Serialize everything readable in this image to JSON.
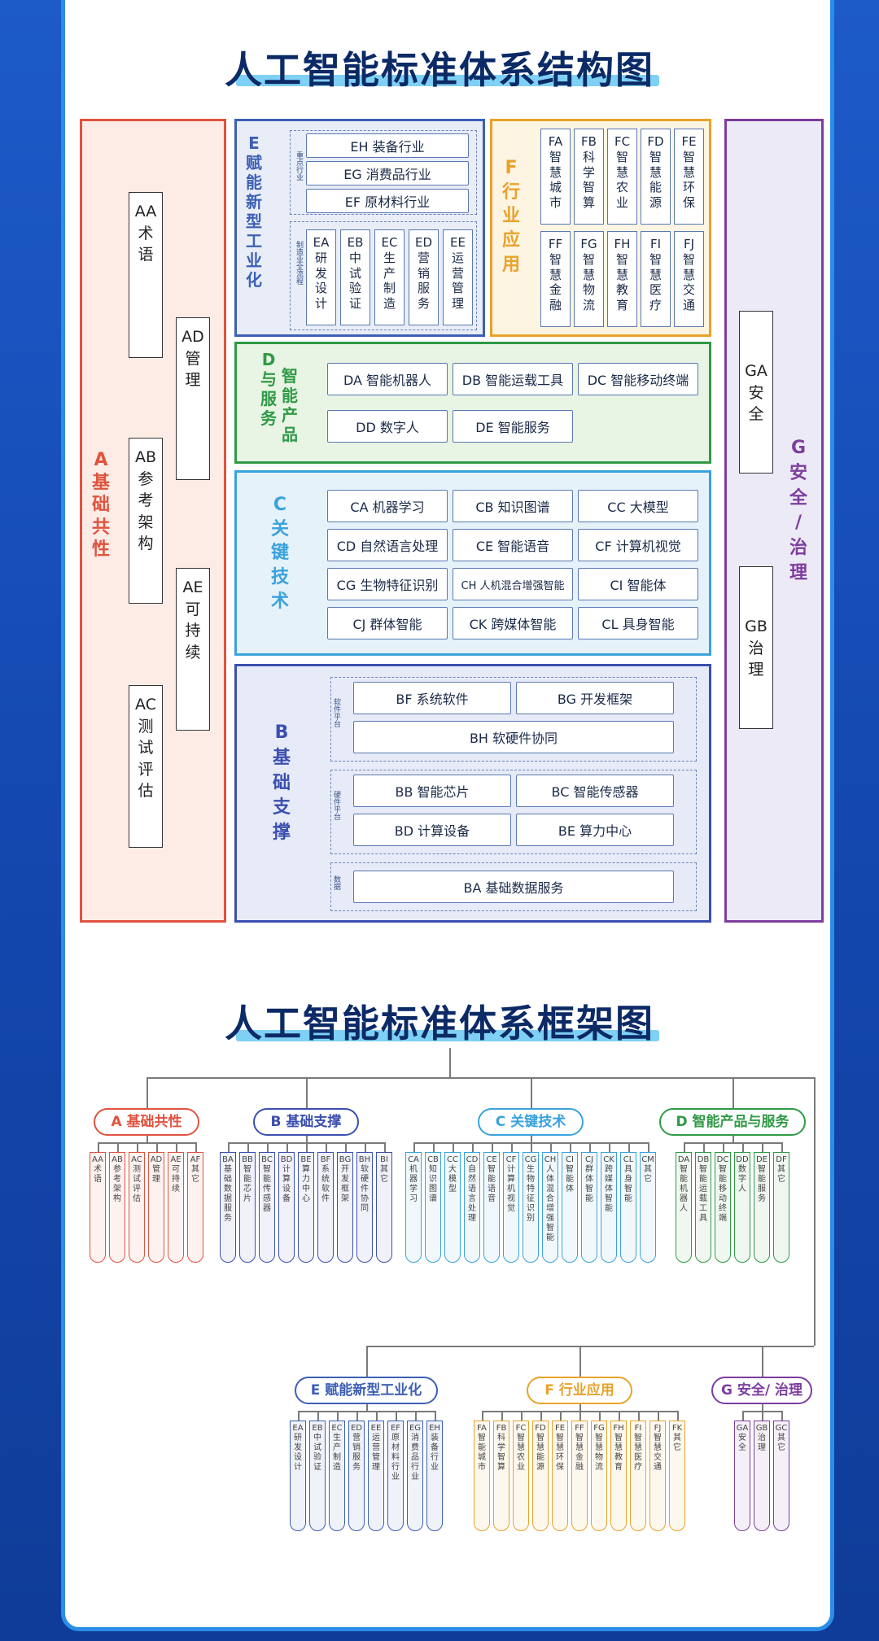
{
  "titles": {
    "structure": "人工智能标准体系结构图",
    "framework": "人工智能标准体系框架图"
  },
  "structure": {
    "A": {
      "label": "A\n基\n础\n共\n性",
      "items": {
        "AA": "AA\n术\n语",
        "AB": "AB\n参\n考\n架\n构",
        "AC": "AC\n测\n试\n评\n估",
        "AD": "AD\n管\n理",
        "AE": "AE\n可\n持\n续"
      }
    },
    "E": {
      "label": "E\n赋\n能\n新\n型\n工\n业\n化",
      "tag1": "重点行业",
      "tag2": "制造业全流程",
      "rows": [
        "EH  装备行业",
        "EG  消费品行业",
        "EF  原材料行业"
      ],
      "cols": [
        "EA\n研\n发\n设\n计",
        "EB\n中\n试\n验\n证",
        "EC\n生\n产\n制\n造",
        "ED\n营\n销\n服\n务",
        "EE\n运\n营\n管\n理"
      ]
    },
    "F": {
      "label": "F\n行\n业\n应\n用",
      "row1": [
        "FA\n智\n慧\n城\n市",
        "FB\n科\n学\n智\n算",
        "FC\n智\n慧\n农\n业",
        "FD\n智\n慧\n能\n源",
        "FE\n智\n慧\n环\n保"
      ],
      "row2": [
        "FF\n智\n慧\n金\n融",
        "FG\n智\n慧\n物\n流",
        "FH\n智\n慧\n教\n育",
        "FI\n智\n慧\n医\n疗",
        "FJ\n智\n慧\n交\n通"
      ]
    },
    "G": {
      "label": "G\n安\n全\n/\n治\n理",
      "items": {
        "GA": "GA\n安\n全",
        "GB": "GB\n治\n理"
      }
    },
    "D": {
      "label1": "D\n与\n服\n务",
      "label2": "智\n能\n产\n品",
      "items": [
        "DA 智能机器人",
        "DB 智能运载工具",
        "DC 智能移动终端",
        "DD 数字人",
        "DE 智能服务"
      ]
    },
    "C": {
      "label": "C\n关\n键\n技\n术",
      "items": [
        "CA 机器学习",
        "CB 知识图谱",
        "CC 大模型",
        "CD 自然语言处理",
        "CE 智能语音",
        "CF 计算机视觉",
        "CG 生物特征识别",
        "CH 人机混合增强智能",
        "CI 智能体",
        "CJ 群体智能",
        "CK 跨媒体智能",
        "CL 具身智能"
      ]
    },
    "B": {
      "label": "B\n基\n础\n支\n撑",
      "tag1": "软件平台",
      "tag2": "硬件平台",
      "tag3": "数据",
      "items": [
        "BF 系统软件",
        "BG 开发框架",
        "BH 软硬件协同",
        "BB 智能芯片",
        "BC 智能传感器",
        "BD 计算设备",
        "BE 算力中心",
        "BA 基础数据服务"
      ]
    }
  },
  "framework": {
    "pills": [
      "A 基础共性",
      "B 基础支撑",
      "C 关键技术",
      "D 智能产品与服务",
      "E 赋能新型工业化",
      "F 行业应用",
      "G 安全/ 治理"
    ],
    "A": [
      "AA 术语",
      "AB 参考架构",
      "AC 测试评估",
      "AD 管理",
      "AE 可持续",
      "AF 其它"
    ],
    "B": [
      "BA 基础数据服务",
      "BB 智能芯片",
      "BC 智能传感器",
      "BD 计算设备",
      "BE 算力中心",
      "BF 系统软件",
      "BG 开发框架",
      "BH 软硬件协同",
      "BI 其它"
    ],
    "C": [
      "CA 机器学习",
      "CB 知识图谱",
      "CC 大模型",
      "CD 自然语言处理",
      "CE 智能语音",
      "CF 计算机视觉",
      "CG 生物特征识别",
      "CH 人体混合增强智能",
      "CI 智能体",
      "CJ 群体智能",
      "CK 跨媒体智能",
      "CL 具身智能",
      "CM 其它"
    ],
    "D": [
      "DA 智能机器人",
      "DB 智能运载工具",
      "DC 智能移动终端",
      "DD 数字人",
      "DE 智能服务",
      "DF 其它"
    ],
    "E": [
      "EA 研发设计",
      "EB 中试验证",
      "EC 生产制造",
      "ED 营销服务",
      "EE 运营管理",
      "EF 原材料行业",
      "EG 消费品行业",
      "EH 装备行业"
    ],
    "F": [
      "FA 智能城市",
      "FB 科学智算",
      "FC 智慧农业",
      "FD 智慧能源",
      "FE 智慧环保",
      "FF 智慧金融",
      "FG 智慧物流",
      "FH 智慧教育",
      "FI 智慧医疗",
      "FJ 智慧交通",
      "FK 其它"
    ],
    "G": [
      "GA 安全",
      "GB 治理",
      "GC 其它"
    ]
  },
  "colors": {
    "A": "#e0533f",
    "B": "#3b4fb0",
    "C": "#3aa2dd",
    "D": "#2f9a46",
    "E": "#3d5fb5",
    "F": "#e9a22a",
    "G": "#7d3d9e"
  }
}
